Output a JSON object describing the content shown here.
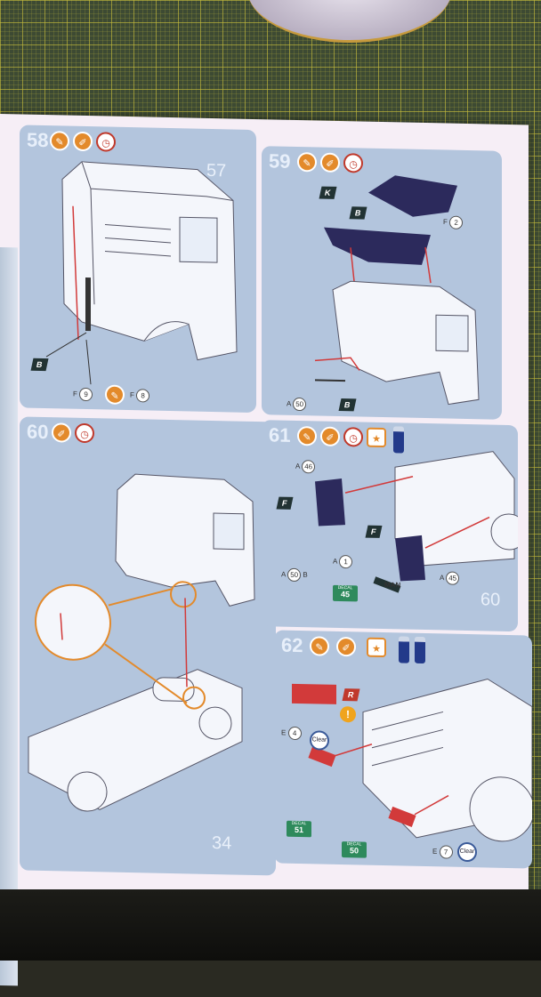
{
  "scene": "Model kit assembly instruction booklet lying open on a green cutting mat",
  "colors": {
    "mat": "#3d4a33",
    "grid": "#c8be3c",
    "panel": "#b3c5dd",
    "paper": "#f6eef6",
    "accent_orange": "#e38a2b",
    "part_dark": "#2c2a5c",
    "arrow_red": "#d23a3a"
  },
  "steps": [
    {
      "number": "58",
      "page_number": "57",
      "tags": [
        "B"
      ],
      "refs": [
        {
          "letter": "F",
          "num": "9"
        },
        {
          "letter": "F",
          "num": "8"
        }
      ]
    },
    {
      "number": "59",
      "tags": [
        "K",
        "B",
        "B"
      ],
      "refs": [
        {
          "letter": "F",
          "num": "2"
        },
        {
          "letter": "A",
          "num": "50"
        }
      ]
    },
    {
      "number": "60",
      "page_number": "34"
    },
    {
      "number": "61",
      "page_number": "60",
      "tags": [
        "F",
        "F"
      ],
      "refs": [
        {
          "letter": "A",
          "num": "46"
        },
        {
          "letter": "A",
          "num": "50",
          "suffix": "B"
        },
        {
          "letter": "A",
          "num": "1"
        },
        {
          "letter": "A",
          "num": "45"
        }
      ],
      "decal": {
        "label": "DECAL",
        "num": "45"
      },
      "part_label": "MAN"
    },
    {
      "number": "62",
      "tags": [
        "R"
      ],
      "refs": [
        {
          "letter": "E",
          "num": "4"
        },
        {
          "letter": "E",
          "num": "7"
        }
      ],
      "decals": [
        {
          "label": "DECAL",
          "num": "51"
        },
        {
          "label": "DECAL",
          "num": "50"
        }
      ],
      "paint": "Clear",
      "warning": "!"
    }
  ]
}
